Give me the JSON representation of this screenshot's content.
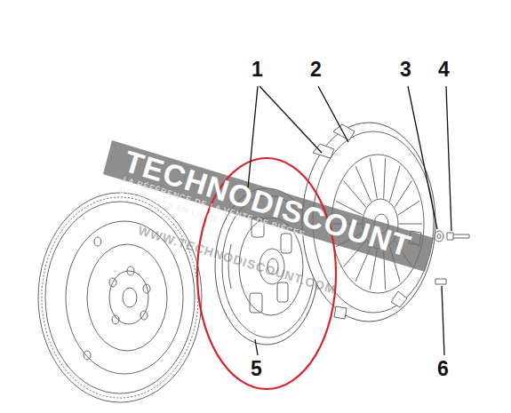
{
  "diagram": {
    "labels": [
      "1",
      "2",
      "3",
      "4",
      "5",
      "6",
      "TECHNODISCOUNT",
      "LA RÉFÉRENCE DE LA VENTE DE PIÈCES",
      "DÉTACHÉES EN LIGNE",
      "WWW.TECHNODISCOUNT.COM"
    ]
  }
}
